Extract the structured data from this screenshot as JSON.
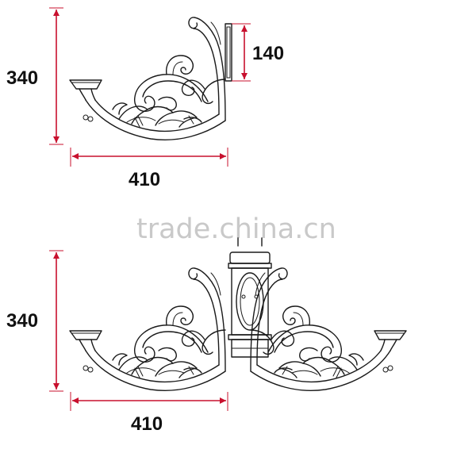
{
  "top_figure": {
    "height_label": "340",
    "bracket_label": "140",
    "width_label": "410"
  },
  "bottom_figure": {
    "height_label": "340",
    "width_label": "410"
  },
  "watermark": "trade.china.cn",
  "colors": {
    "dimension_line": "#c8102e",
    "artwork_line": "#1a1a1a",
    "watermark": "#c9c9c9"
  }
}
